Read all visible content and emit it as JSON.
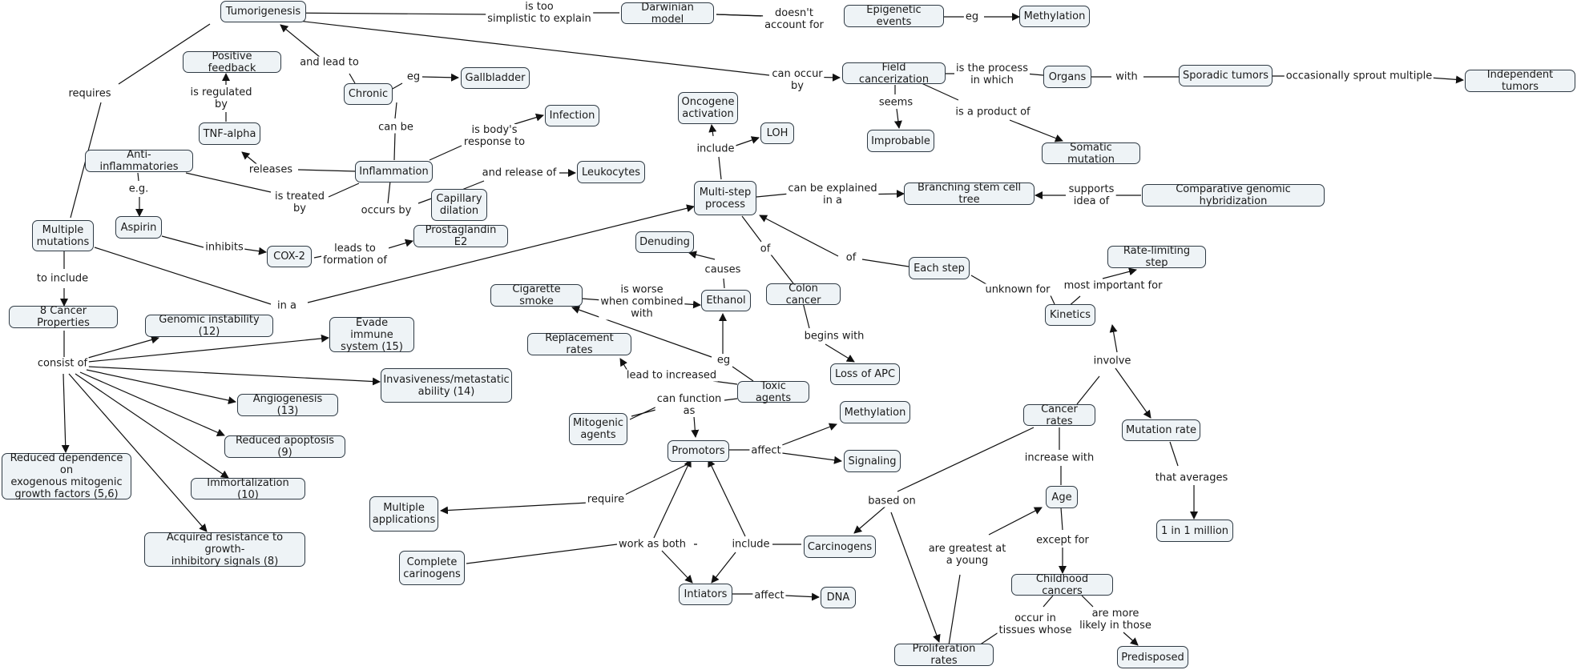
{
  "nodes": {
    "tumorigenesis": "Tumorigenesis",
    "darwinian_model": "Darwinian model",
    "epigenetic_events": "Epigenetic events",
    "methylation_top": "Methylation",
    "field_cancerization": "Field cancerization",
    "organs": "Organs",
    "sporadic_tumors": "Sporadic tumors",
    "independent_tumors": "Independent tumors",
    "improbable": "Improbable",
    "somatic_mutation": "Somatic mutation",
    "positive_feedback": "Positive feedback",
    "chronic": "Chronic",
    "gallbladder": "Gallbladder",
    "tnf_alpha": "TNF-alpha",
    "infection": "Infection",
    "anti_inflammatories": "Anti-inflammatories",
    "inflammation": "Inflammation",
    "leukocytes": "Leukocytes",
    "capillary_dilation": "Capillary\ndilation",
    "aspirin": "Aspirin",
    "cox2": "COX-2",
    "prostaglandin": "Prostaglandin E2",
    "multiple_mutations": "Multiple\nmutations",
    "eight_properties": "8 Cancer Properties",
    "genomic_instability": "Genomic instability (12)",
    "evade_immune": "Evade immune\nsystem (15)",
    "invasiveness": "Invasiveness/metastatic\nability (14)",
    "angiogenesis": "Angiogenesis (13)",
    "reduced_apoptosis": "Reduced apoptosis (9)",
    "immortalization": "Immortalization (10)",
    "reduced_dependence": "Reduced dependence on\nexogenous mitogenic\ngrowth factors (5,6)",
    "acquired_resistance": "Acquired resistance to growth-\ninhibitory signals (8)",
    "oncogene_activation": "Oncogene\nactivation",
    "loh": "LOH",
    "multistep_process": "Multi-step\nprocess",
    "branching_tree": "Branching stem cell tree",
    "cgh": "Comparative genomic hybridization",
    "denuding": "Denuding",
    "cigarette_smoke": "Cigarette smoke",
    "ethanol": "Ethanol",
    "colon_cancer": "Colon cancer",
    "each_step": "Each step",
    "rate_limiting": "Rate-limiting step",
    "kinetics": "Kinetics",
    "replacement_rates": "Replacement rates",
    "loss_of_apc": "Loss of APC",
    "toxic_agents": "Toxic agents",
    "mitogenic_agents": "Mitogenic\nagents",
    "methylation_mid": "Methylation",
    "promotors": "Promotors",
    "signaling": "Signaling",
    "cancer_rates": "Cancer rates",
    "mutation_rate": "Mutation rate",
    "multiple_applications": "Multiple\napplications",
    "age": "Age",
    "one_in_million": "1 in 1 million",
    "complete_carcinogens": "Complete\ncarinogens",
    "carcinogens": "Carcinogens",
    "intiators": "Intiators",
    "dna": "DNA",
    "childhood_cancers": "Childhood cancers",
    "proliferation_rates": "Proliferation rates",
    "predisposed": "Predisposed"
  },
  "links": {
    "is_too_simplistic": "is too\nsimplistic to explain",
    "doesnt_account": "doesn't\naccount for",
    "eg_methylation": "eg",
    "can_occur_by": "can occur\nby",
    "is_the_process": "is the process\nin which",
    "with": "with",
    "occasionally_sprout": "occasionally sprout multiple",
    "seems": "seems",
    "is_a_product_of": "is a product of",
    "requires": "requires",
    "and_lead_to": "and lead to",
    "eg_gallbladder": "eg",
    "is_regulated_by": "is regulated\nby",
    "can_be": "can be",
    "is_bodys_response": "is body's\nresponse to",
    "releases": "releases",
    "eg_aspirin": "e.g.",
    "is_treated_by": "is treated\nby",
    "occurs_by": "occurs by",
    "and_release_of": "and release of",
    "inhibits": "inhibits",
    "leads_to_formation": "leads to\nformation of",
    "to_include": "to include",
    "in_a": "in a",
    "consist_of": "consist of",
    "include_ms": "include",
    "can_be_explained": "can be explained\nin a",
    "supports_idea": "supports\nidea of",
    "causes": "causes",
    "is_worse": "is worse\nwhen combined\nwith",
    "of_colon": "of",
    "of_step": "of",
    "unknown_for": "unknown for",
    "most_important": "most important for",
    "begins_with": "begins with",
    "eg_toxic": "eg",
    "lead_to_increased": "lead to increased",
    "can_function_as": "can function\nas",
    "involve": "involve",
    "affect_prom": "affect",
    "require": "require",
    "increase_with": "increase with",
    "that_averages": "that averages",
    "based_on": "based on",
    "work_as_both": "work as both",
    "include_carc": "include",
    "except_for": "except for",
    "are_greatest": "are greatest at\na young",
    "affect_int": "affect",
    "occur_in_tissues": "occur in\ntissues whose",
    "are_more_likely": "are more\nlikely in those"
  }
}
